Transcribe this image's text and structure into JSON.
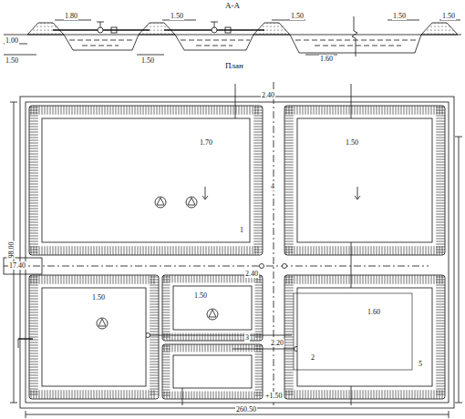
{
  "diagram": {
    "labels": [
      "А-А",
      "План",
      "1.80",
      "1.50",
      "1.50",
      "1.50",
      "1.50",
      "1.00",
      "1.50",
      "1.50",
      "1.60",
      "2.40",
      "1.70",
      "1.50",
      "17.40",
      "2.40",
      "1.50",
      "1.50",
      "1.60",
      "2.20",
      "+1.50",
      "260.50",
      "98.00",
      "1",
      "2",
      "3",
      "4",
      "5"
    ]
  }
}
